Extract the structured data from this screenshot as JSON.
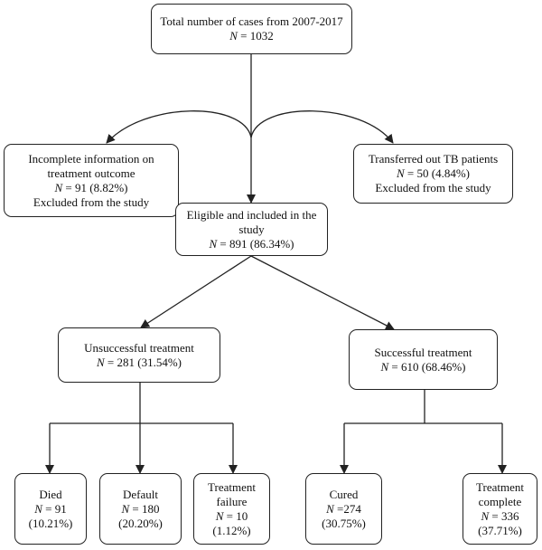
{
  "boxes": {
    "total": {
      "line1": "Total number of cases from 2007-2017",
      "n_label": "N",
      "n_value": " = 1032"
    },
    "incomplete": {
      "line1": "Incomplete information on",
      "line2": "treatment outcome",
      "n_label": "N",
      "n_value": " = 91 (8.82%)",
      "line4": "Excluded from the study"
    },
    "transferred": {
      "line1": "Transferred out TB patients",
      "n_label": "N",
      "n_value": " = 50 (4.84%)",
      "line3": "Excluded from the study"
    },
    "eligible": {
      "line1": "Eligible and included in the",
      "line2": "study",
      "n_label": "N",
      "n_value": " = 891 (86.34%)"
    },
    "unsuccessful": {
      "line1": "Unsuccessful treatment",
      "n_label": "N",
      "n_value": " = 281 (31.54%)"
    },
    "successful": {
      "line1": "Successful treatment",
      "n_label": "N",
      "n_value": " = 610 (68.46%)"
    },
    "died": {
      "line1": "Died",
      "n_label": "N",
      "n_value": " = 91",
      "line3": "(10.21%)"
    },
    "default": {
      "line1": "Default",
      "n_label": "N",
      "n_value": " = 180",
      "line3": "(20.20%)"
    },
    "failure": {
      "line1": "Treatment",
      "line2": "failure",
      "n_label": "N",
      "n_value": " = 10",
      "line4": "(1.12%)"
    },
    "cured": {
      "line1": "Cured",
      "n_label": "N",
      "n_value": " =274",
      "line3": "(30.75%)"
    },
    "complete": {
      "line1": "Treatment",
      "line2": "complete",
      "n_label": "N",
      "n_value": " = 336",
      "line4": "(37.71%)"
    }
  }
}
